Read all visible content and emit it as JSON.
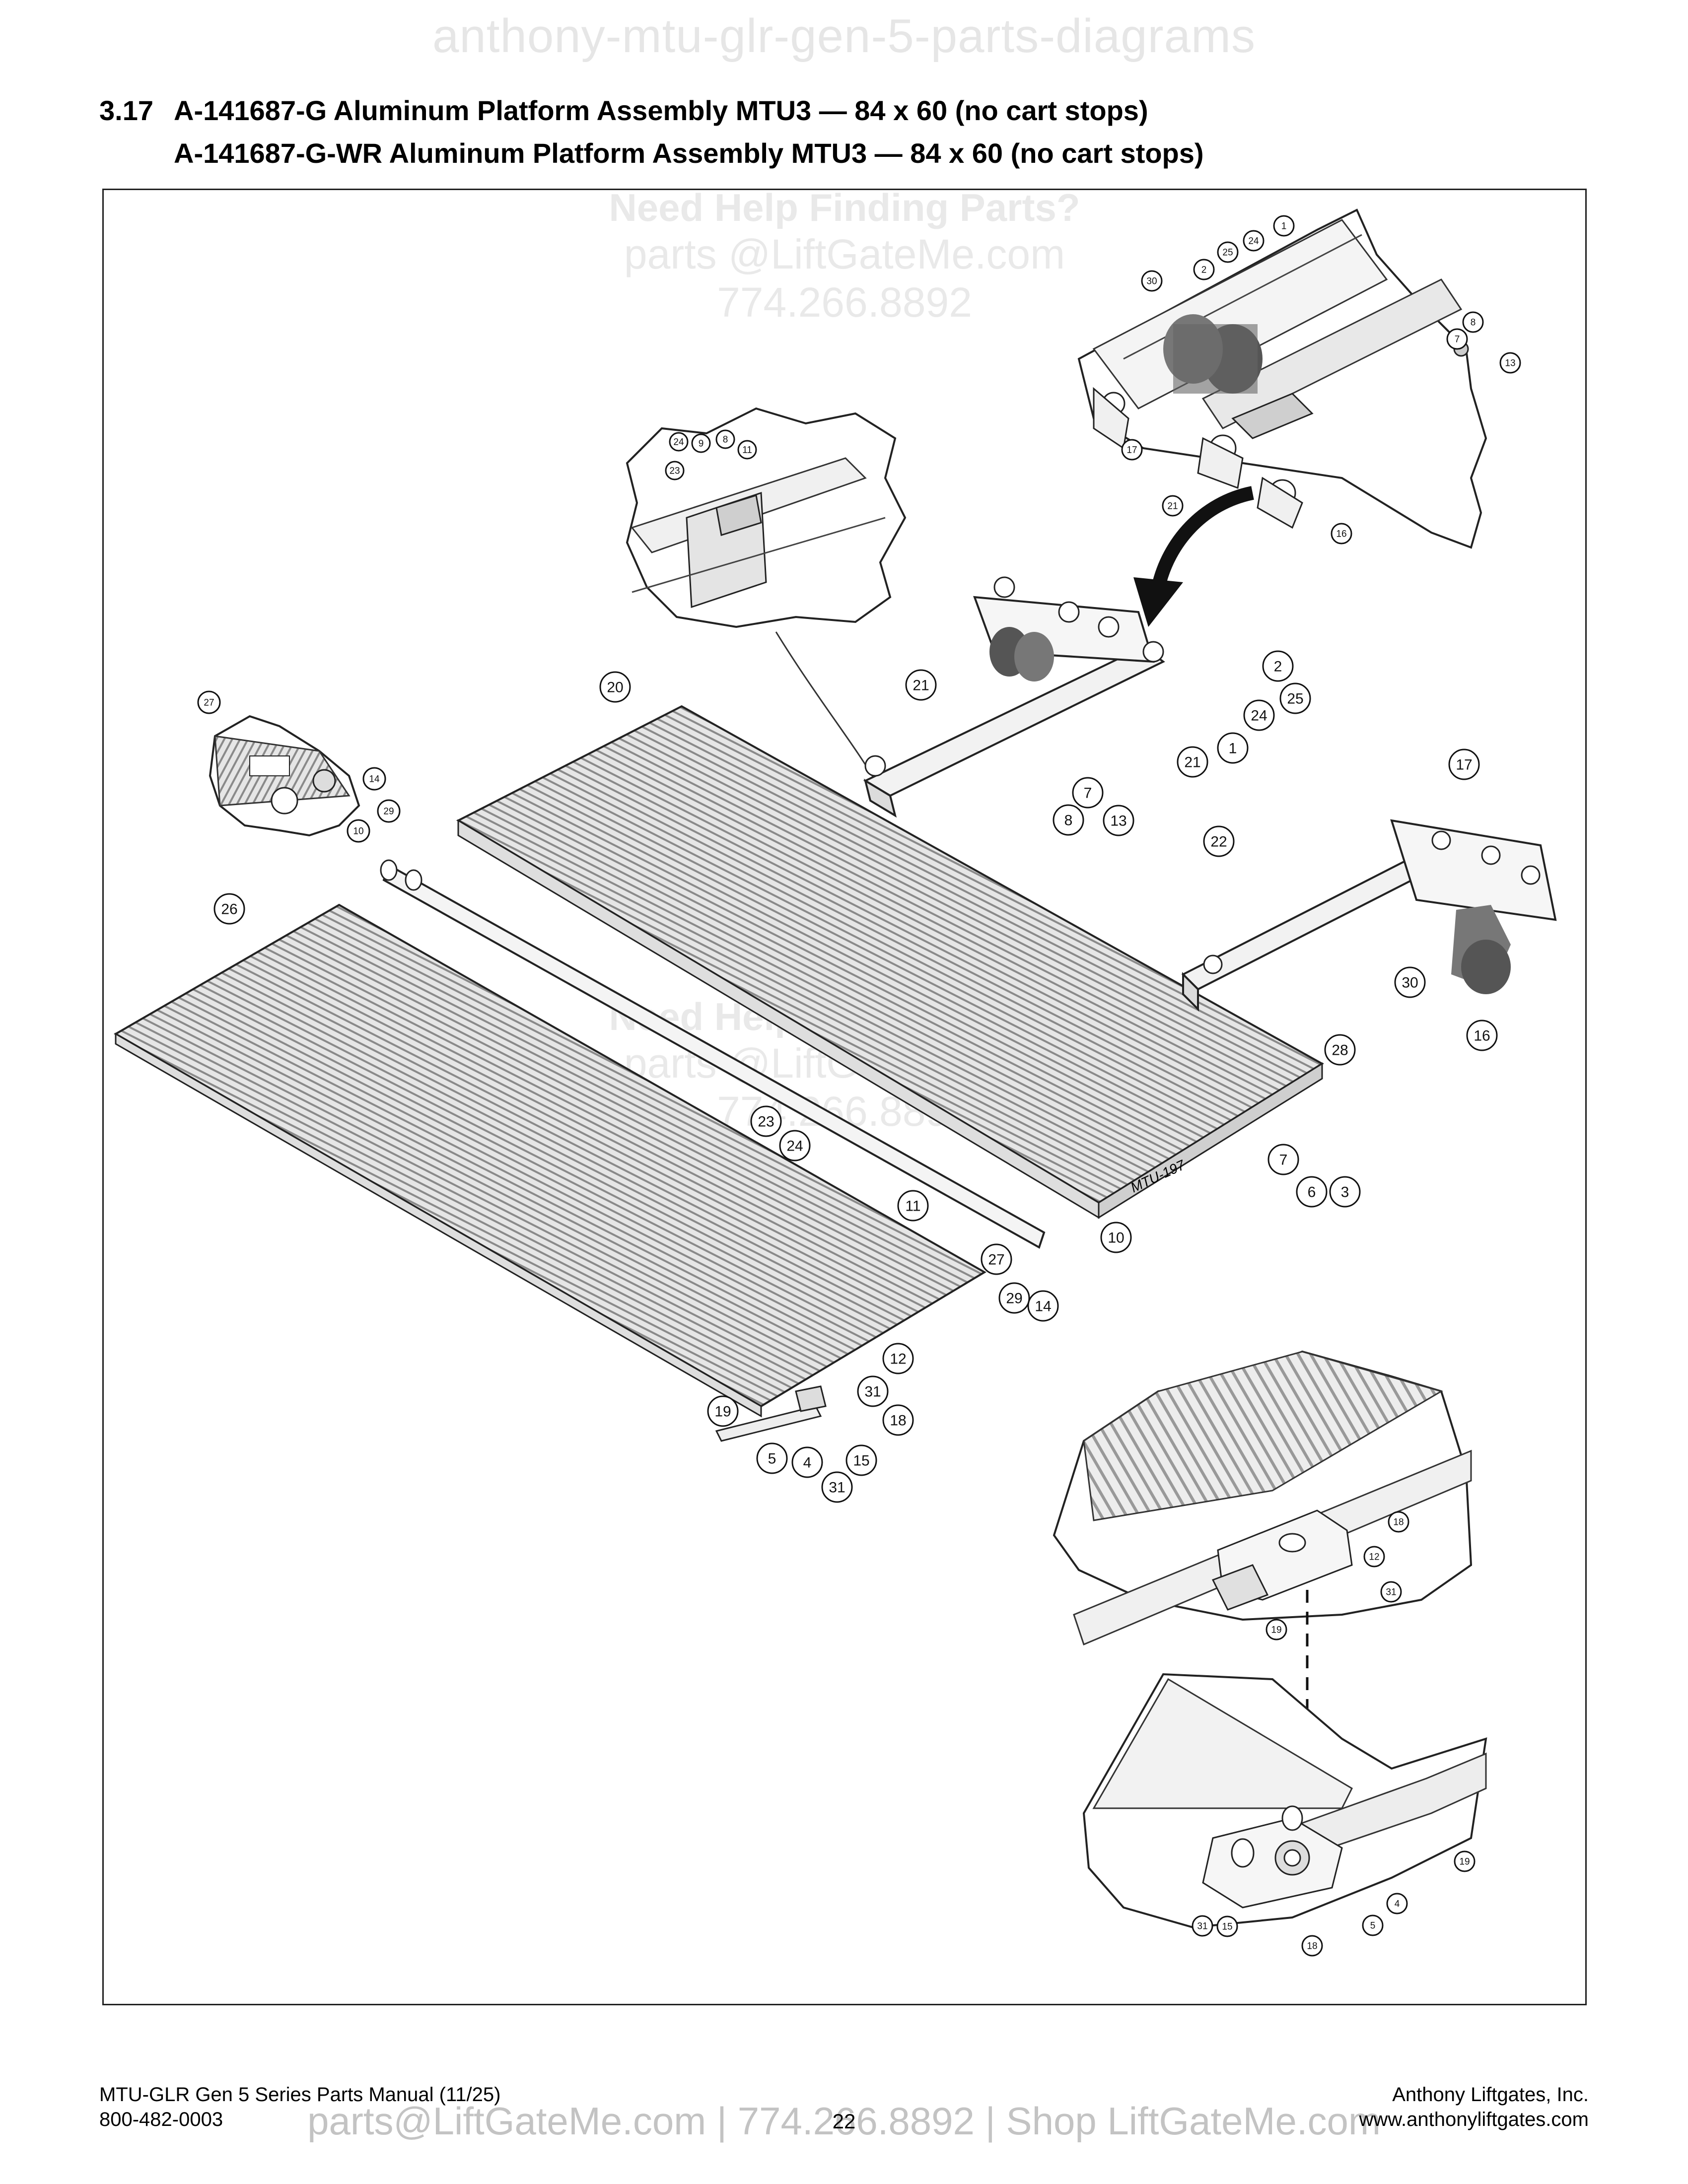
{
  "watermark_top": "anthony-mtu-glr-gen-5-parts-diagrams",
  "section": {
    "number": "3.17",
    "line1": "A-141687-G Aluminum Platform Assembly MTU3 — 84 x 60 (no cart stops)",
    "line2": "A-141687-G-WR Aluminum Platform Assembly MTU3 — 84 x 60 (no cart stops)"
  },
  "frame_watermark": {
    "title": "Need Help Finding Parts?",
    "email": "parts @LiftGateMe.com",
    "phone": "774.266.8892"
  },
  "diagram": {
    "part_marking": "MTU-197",
    "callouts": [
      {
        "label": "1"
      },
      {
        "label": "2"
      },
      {
        "label": "25"
      },
      {
        "label": "24"
      },
      {
        "label": "30"
      },
      {
        "label": "8"
      },
      {
        "label": "7"
      },
      {
        "label": "13"
      },
      {
        "label": "17"
      },
      {
        "label": "21"
      },
      {
        "label": "16"
      },
      {
        "label": "24"
      },
      {
        "label": "9"
      },
      {
        "label": "8"
      },
      {
        "label": "11"
      },
      {
        "label": "23"
      },
      {
        "label": "2"
      },
      {
        "label": "25"
      },
      {
        "label": "24"
      },
      {
        "label": "1"
      },
      {
        "label": "21"
      },
      {
        "label": "21"
      },
      {
        "label": "7"
      },
      {
        "label": "8"
      },
      {
        "label": "13"
      },
      {
        "label": "20"
      },
      {
        "label": "27"
      },
      {
        "label": "14"
      },
      {
        "label": "29"
      },
      {
        "label": "10"
      },
      {
        "label": "17"
      },
      {
        "label": "22"
      },
      {
        "label": "30"
      },
      {
        "label": "16"
      },
      {
        "label": "26"
      },
      {
        "label": "28"
      },
      {
        "label": "7"
      },
      {
        "label": "6"
      },
      {
        "label": "3"
      },
      {
        "label": "23"
      },
      {
        "label": "24"
      },
      {
        "label": "11"
      },
      {
        "label": "10"
      },
      {
        "label": "27"
      },
      {
        "label": "29"
      },
      {
        "label": "14"
      },
      {
        "label": "12"
      },
      {
        "label": "31"
      },
      {
        "label": "18"
      },
      {
        "label": "19"
      },
      {
        "label": "5"
      },
      {
        "label": "4"
      },
      {
        "label": "15"
      },
      {
        "label": "31"
      },
      {
        "label": "18"
      },
      {
        "label": "12"
      },
      {
        "label": "31"
      },
      {
        "label": "19"
      },
      {
        "label": "19"
      },
      {
        "label": "4"
      },
      {
        "label": "5"
      },
      {
        "label": "31"
      },
      {
        "label": "15"
      },
      {
        "label": "18"
      }
    ]
  },
  "footer": {
    "manual": "MTU-GLR Gen 5 Series Parts Manual (11/25)",
    "phone": "800-482-0003",
    "company": "Anthony Liftgates, Inc.",
    "website": "www.anthonyliftgates.com",
    "page": "22",
    "contact_watermark": "parts@LiftGateMe.com | 774.266.8892 | Shop LiftGateMe.com"
  }
}
